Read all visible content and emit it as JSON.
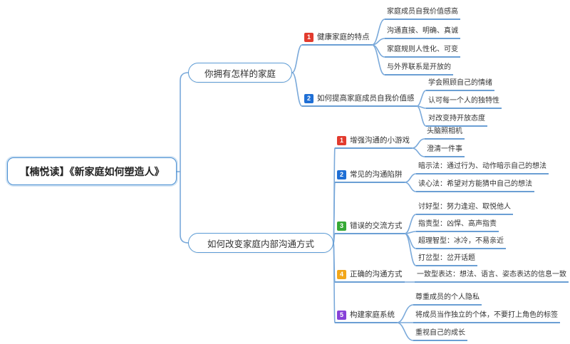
{
  "colors": {
    "connector_line": "#7aa9da",
    "underline": "#6b9fd4",
    "node_border": "#5b9bd5",
    "root_border": "#4a8fd3"
  },
  "root": {
    "label": "【楠悦读】《新家庭如何塑造人》"
  },
  "branches": [
    {
      "label": "你拥有怎样的家庭",
      "children": [
        {
          "num": "1",
          "icon_color": "#e23b2e",
          "label": "健康家庭的特点",
          "leaves": [
            "家庭成员自我价值感高",
            "沟通直接、明确、真诚",
            "家庭规则人性化、可变",
            "与外界联系是开放的"
          ]
        },
        {
          "num": "2",
          "icon_color": "#1f6fd5",
          "label": "如何提高家庭成员自我价值感",
          "leaves": [
            "学会照顾自己的情绪",
            "认可每一个人的独特性",
            "对改变持开放态度"
          ]
        }
      ]
    },
    {
      "label": "如何改变家庭内部沟通方式",
      "children": [
        {
          "num": "1",
          "icon_color": "#e23b2e",
          "label": "增强沟通的小游戏",
          "leaves": [
            "头脑照相机",
            "澄清一件事"
          ]
        },
        {
          "num": "2",
          "icon_color": "#1f6fd5",
          "label": "常见的沟通陷阱",
          "leaves": [
            "暗示法：通过行为、动作暗示自己的想法",
            "读心法：希望对方能猜中自己的想法"
          ]
        },
        {
          "num": "3",
          "icon_color": "#36a936",
          "label": "错误的交流方式",
          "leaves": [
            "讨好型：努力逢迎、取悦他人",
            "指责型：凶悍、高声指责",
            "超理智型：冰冷，不易亲近",
            "打岔型：岔开话题"
          ]
        },
        {
          "num": "4",
          "icon_color": "#f2a71b",
          "label": "正确的沟通方式",
          "leaves": [
            "一致型表达：想法、语言、姿态表达的信息一致"
          ]
        },
        {
          "num": "5",
          "icon_color": "#8741d8",
          "label": "构建家庭系统",
          "leaves": [
            "尊重成员的个人隐私",
            "将成员当作独立的个体，不要打上角色的标签",
            "重视自己的成长"
          ]
        }
      ]
    }
  ]
}
